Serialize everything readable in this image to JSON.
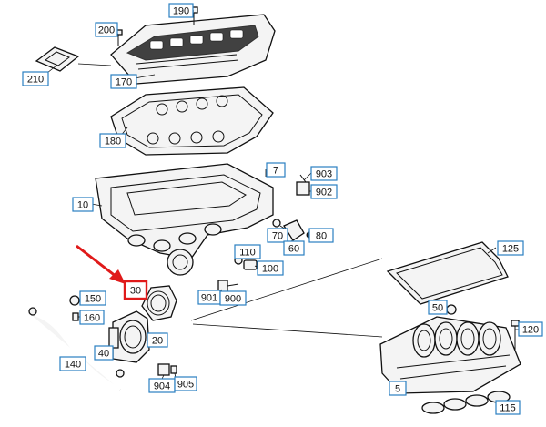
{
  "colors": {
    "callout_border": "#2a7fc1",
    "highlight": "#e01a1a",
    "line": "#111111"
  },
  "highlighted_part": "30",
  "callouts": [
    {
      "id": "c190",
      "label": "190"
    },
    {
      "id": "c200",
      "label": "200"
    },
    {
      "id": "c210",
      "label": "210"
    },
    {
      "id": "c170",
      "label": "170"
    },
    {
      "id": "c180",
      "label": "180"
    },
    {
      "id": "c7",
      "label": "7"
    },
    {
      "id": "c903",
      "label": "903"
    },
    {
      "id": "c902",
      "label": "902"
    },
    {
      "id": "c10",
      "label": "10"
    },
    {
      "id": "c70",
      "label": "70"
    },
    {
      "id": "c60",
      "label": "60"
    },
    {
      "id": "c80",
      "label": "80"
    },
    {
      "id": "c125",
      "label": "125"
    },
    {
      "id": "c110",
      "label": "110"
    },
    {
      "id": "c100",
      "label": "100"
    },
    {
      "id": "c30",
      "label": "30"
    },
    {
      "id": "c901",
      "label": "901"
    },
    {
      "id": "c900",
      "label": "900"
    },
    {
      "id": "c150",
      "label": "150"
    },
    {
      "id": "c160",
      "label": "160"
    },
    {
      "id": "c50",
      "label": "50"
    },
    {
      "id": "c120",
      "label": "120"
    },
    {
      "id": "c20",
      "label": "20"
    },
    {
      "id": "c40",
      "label": "40"
    },
    {
      "id": "c140",
      "label": "140"
    },
    {
      "id": "c904",
      "label": "904"
    },
    {
      "id": "c905",
      "label": "905"
    },
    {
      "id": "c5",
      "label": "5"
    },
    {
      "id": "c115",
      "label": "115"
    }
  ]
}
